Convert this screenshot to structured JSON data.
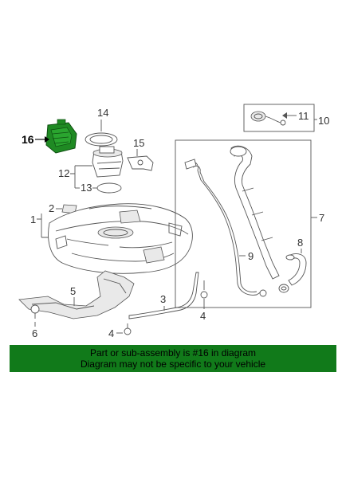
{
  "callouts": {
    "n1": "1",
    "n2": "2",
    "n3": "3",
    "n4a": "4",
    "n4b": "4",
    "n5": "5",
    "n6": "6",
    "n7": "7",
    "n8": "8",
    "n9": "9",
    "n10": "10",
    "n11": "11",
    "n12": "12",
    "n13": "13",
    "n14": "14",
    "n15": "15",
    "n16": "16"
  },
  "banner": {
    "line1": "Part or sub-assembly is #16 in diagram",
    "line2": "Diagram may not be specific to your vehicle",
    "background": "#117a1a"
  },
  "highlight": {
    "part_number": "16",
    "color": "#1f8a23"
  }
}
